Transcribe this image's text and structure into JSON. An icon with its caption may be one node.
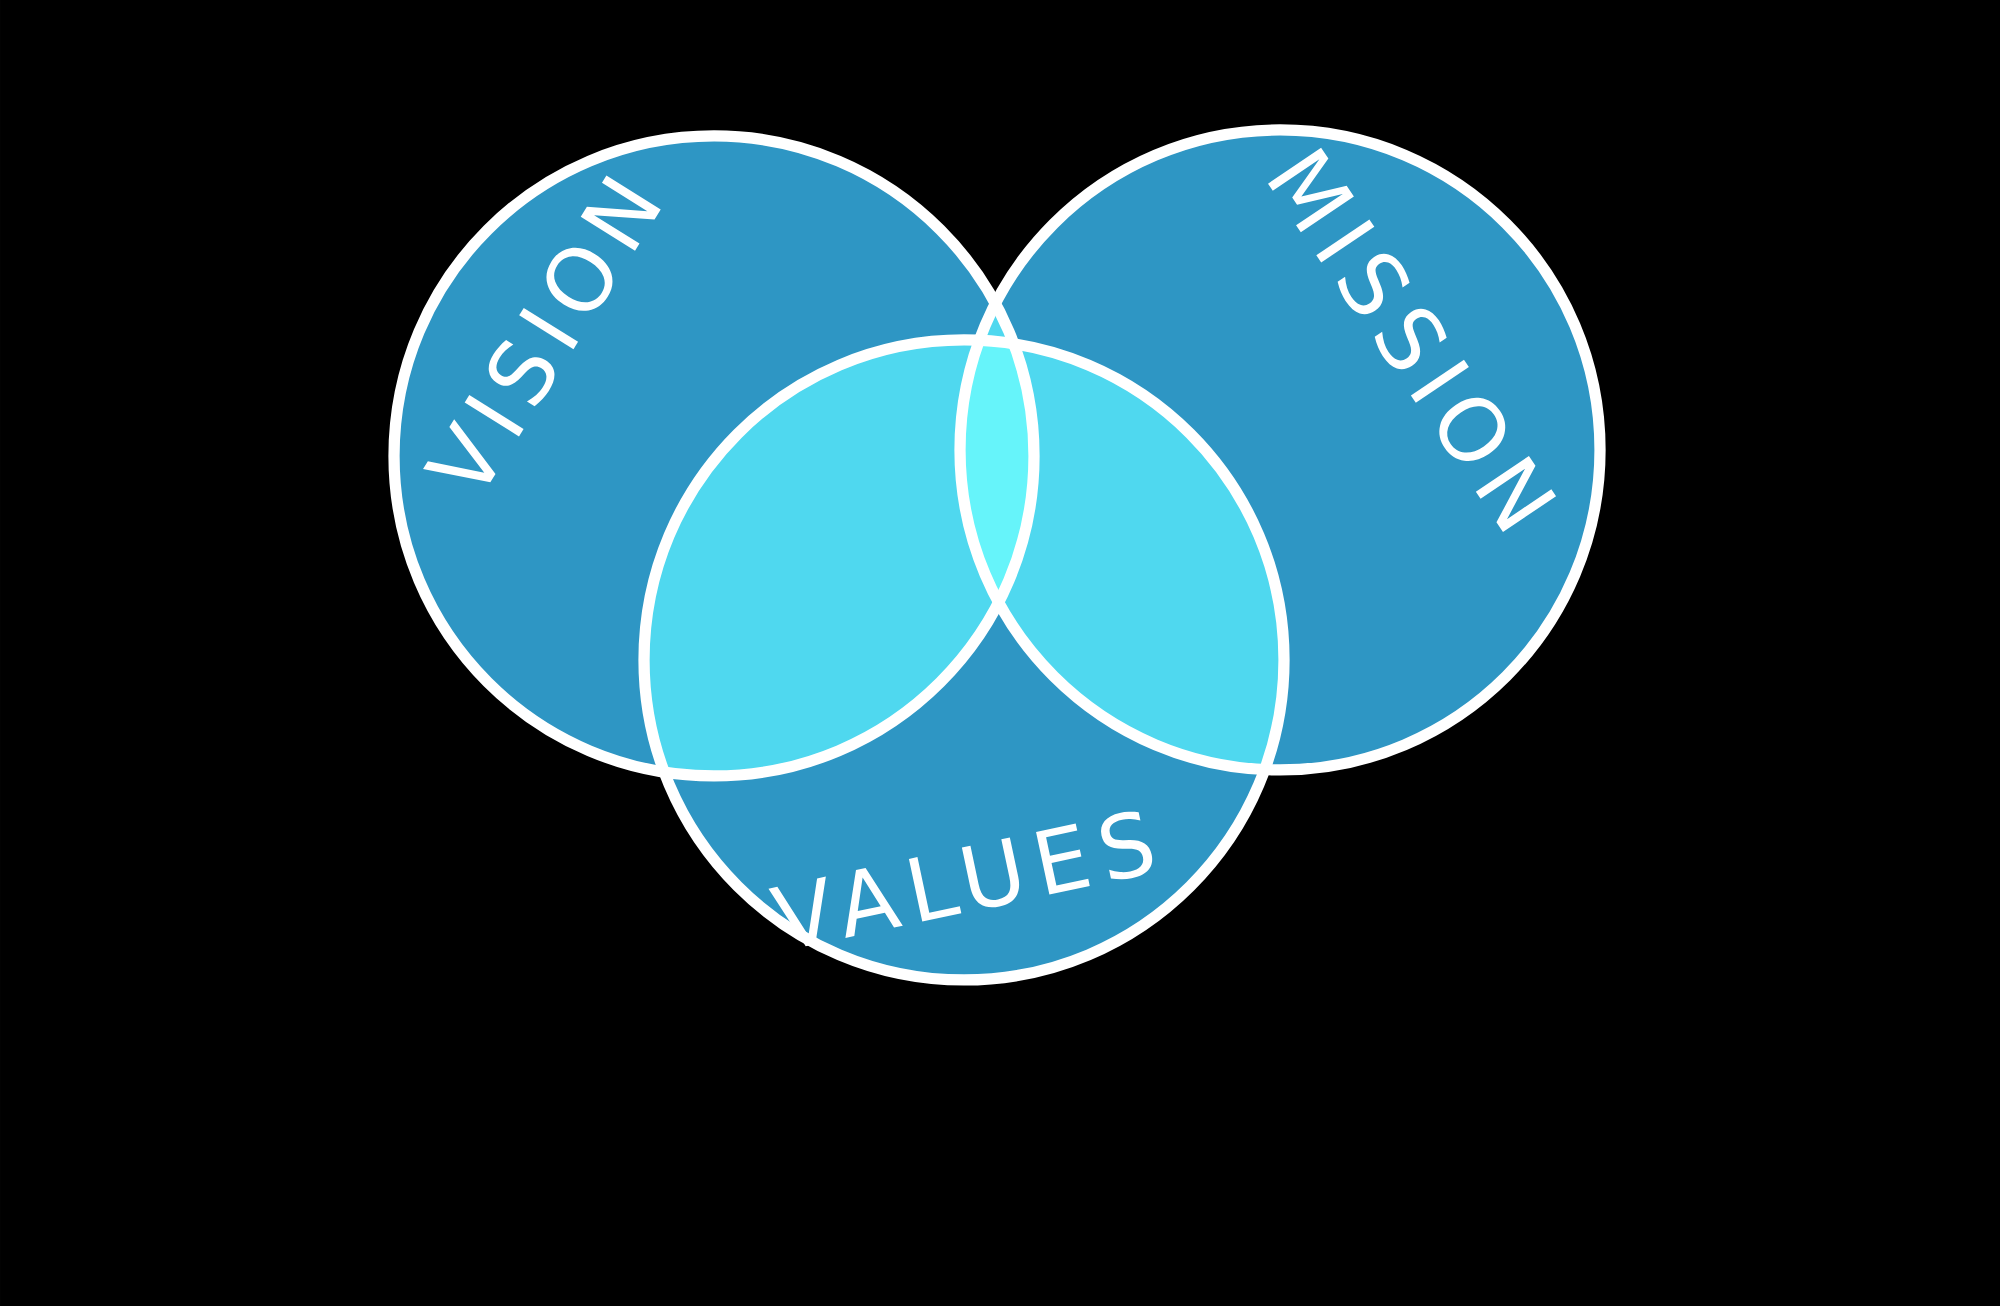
{
  "diagram": {
    "nodes": [
      {
        "text": [
          "VISION"
        ]
      },
      {
        "text": [
          "MISSION"
        ]
      },
      {
        "text": [
          "VALUES"
        ]
      }
    ]
  }
}
